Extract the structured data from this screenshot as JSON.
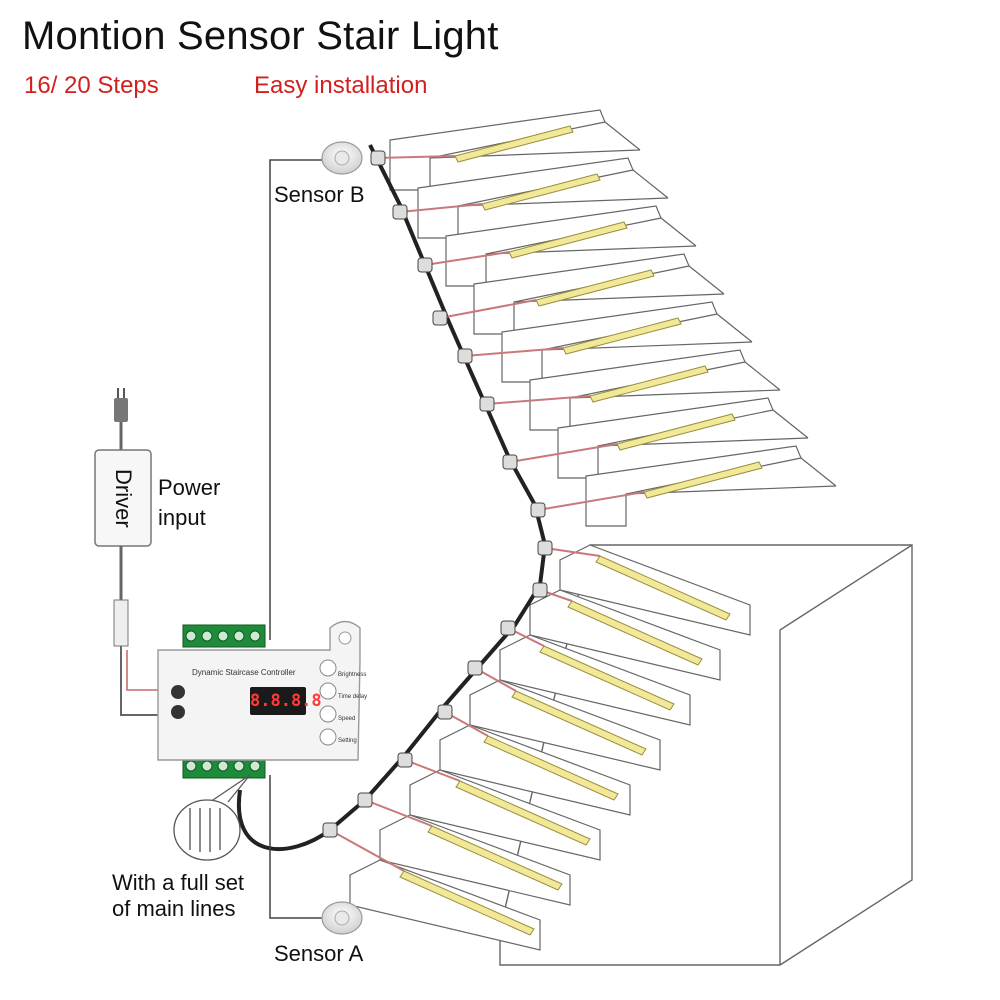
{
  "title": "Montion Sensor Stair Light",
  "subtitle_left": "16/ 20 Steps",
  "subtitle_right": "Easy installation",
  "labels": {
    "sensor_b": "Sensor B",
    "sensor_a": "Sensor A",
    "driver": "Driver",
    "power_line1": "Power",
    "power_line2": "input",
    "lines_line1": "With a full set",
    "lines_line2": "of main lines"
  },
  "controller": {
    "name": "Dynamic Staircase Controller",
    "display": "8.8.8.8",
    "buttons": [
      "Brightness",
      "Time delay",
      "Speed",
      "Setting"
    ]
  },
  "colors": {
    "accent_text": "#d21f1f",
    "led": "#f2e89a",
    "wire": "#c9797a"
  }
}
